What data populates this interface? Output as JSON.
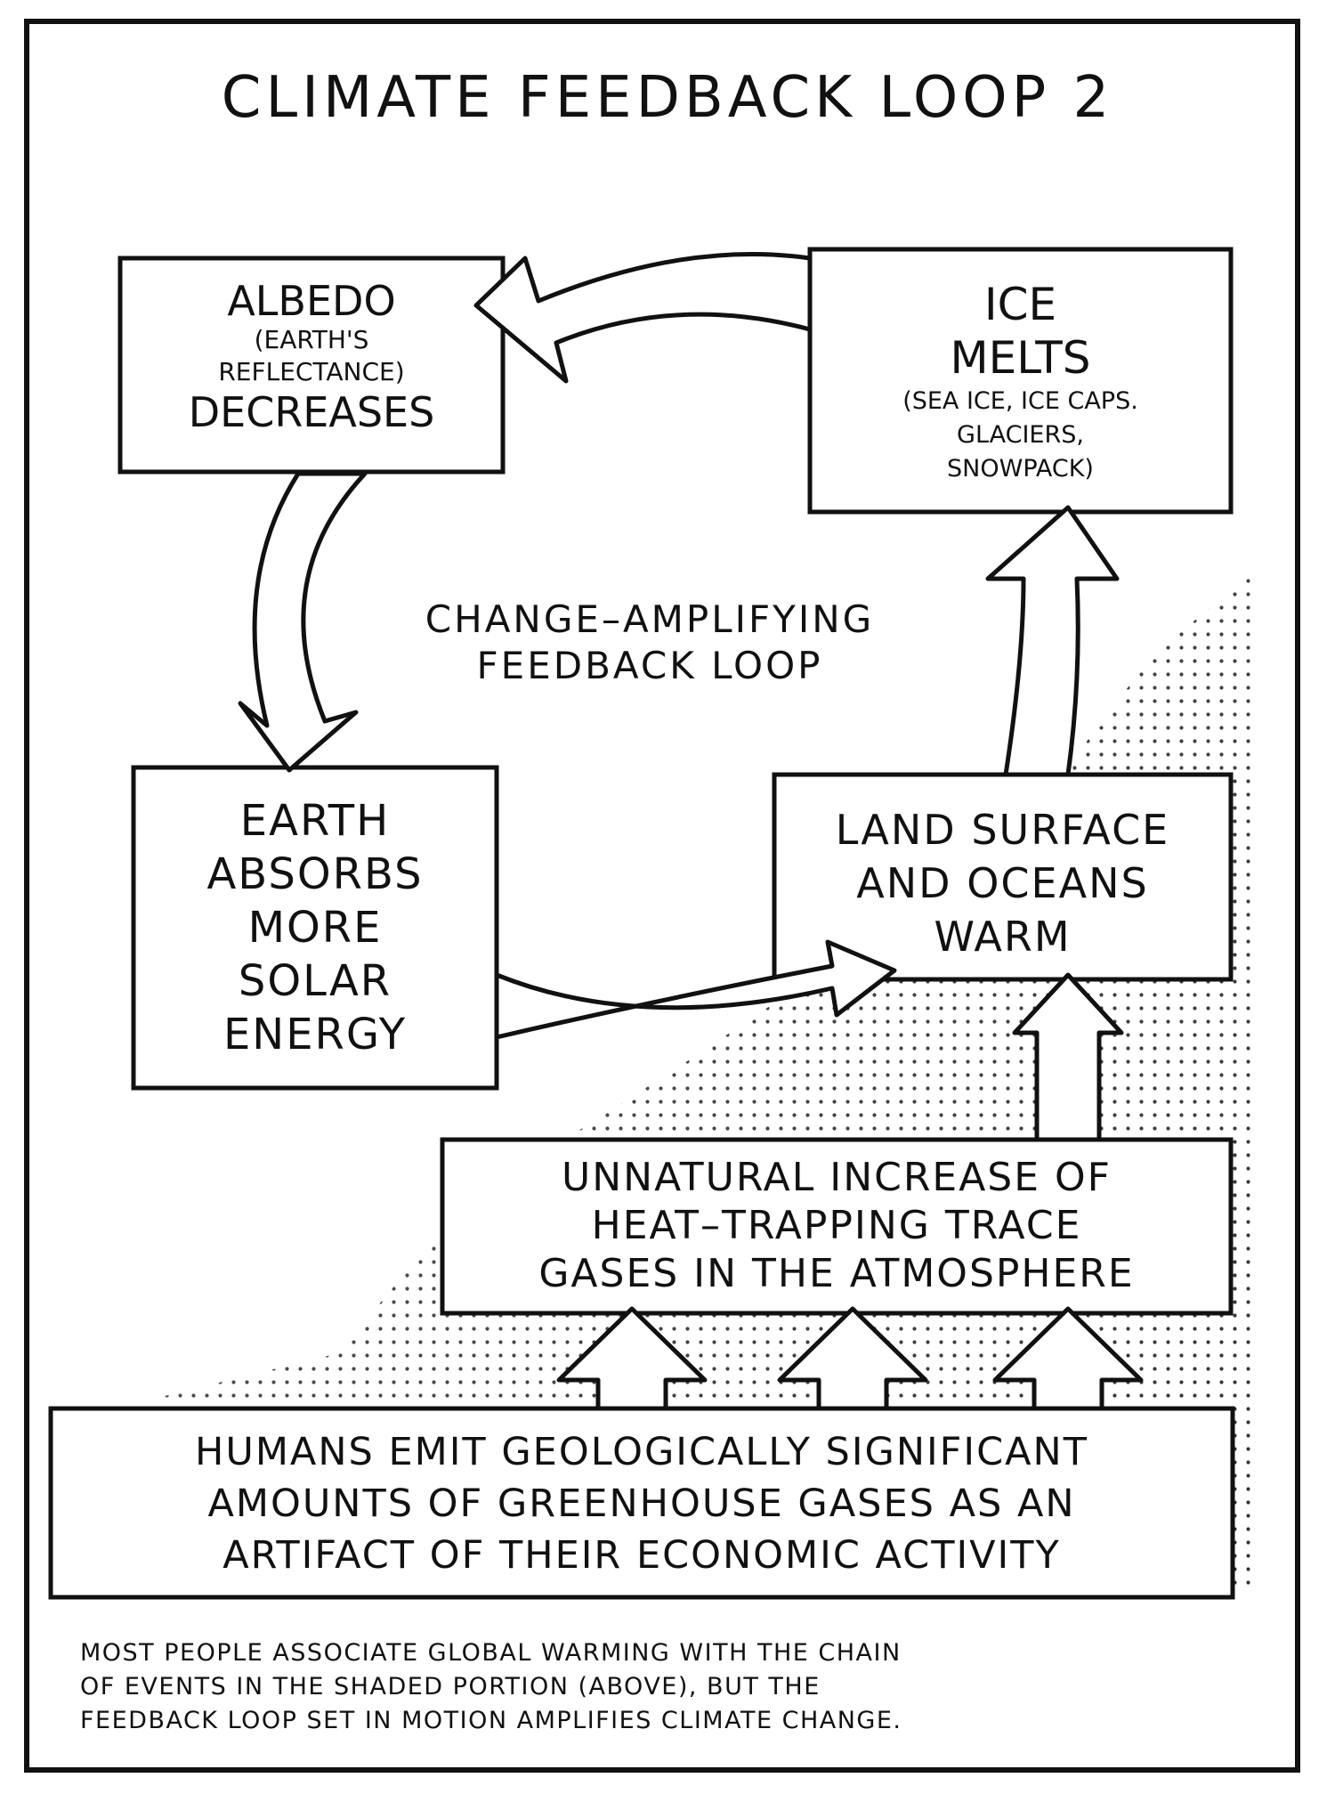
{
  "title": "CLIMATE FEEDBACK LOOP 2",
  "loop_label": [
    "CHANGE–AMPLIFYING",
    "FEEDBACK LOOP"
  ],
  "nodes": {
    "albedo": [
      "ALBEDO",
      "(EARTH'S",
      "REFLECTANCE)",
      "DECREASES"
    ],
    "ice": [
      "ICE",
      "MELTS",
      "(SEA ICE, ICE CAPS.",
      "GLACIERS,",
      "SNOWPACK)"
    ],
    "absorbs": [
      "EARTH",
      "ABSORBS",
      "MORE",
      "SOLAR",
      "ENERGY"
    ],
    "warm": [
      "LAND SURFACE",
      "AND OCEANS",
      "WARM"
    ],
    "gases": [
      "UNNATURAL INCREASE OF",
      "HEAT–TRAPPING TRACE",
      "GASES IN THE ATMOSPHERE"
    ],
    "humans": [
      "HUMANS EMIT GEOLOGICALLY SIGNIFICANT",
      "AMOUNTS OF GREENHOUSE GASES AS AN",
      "ARTIFACT OF THEIR ECONOMIC ACTIVITY"
    ]
  },
  "caption": [
    "MOST PEOPLE ASSOCIATE GLOBAL WARMING WITH THE CHAIN",
    "OF EVENTS IN THE SHADED PORTION (ABOVE), BUT THE",
    "FEEDBACK LOOP SET IN MOTION AMPLIFIES CLIMATE CHANGE."
  ]
}
